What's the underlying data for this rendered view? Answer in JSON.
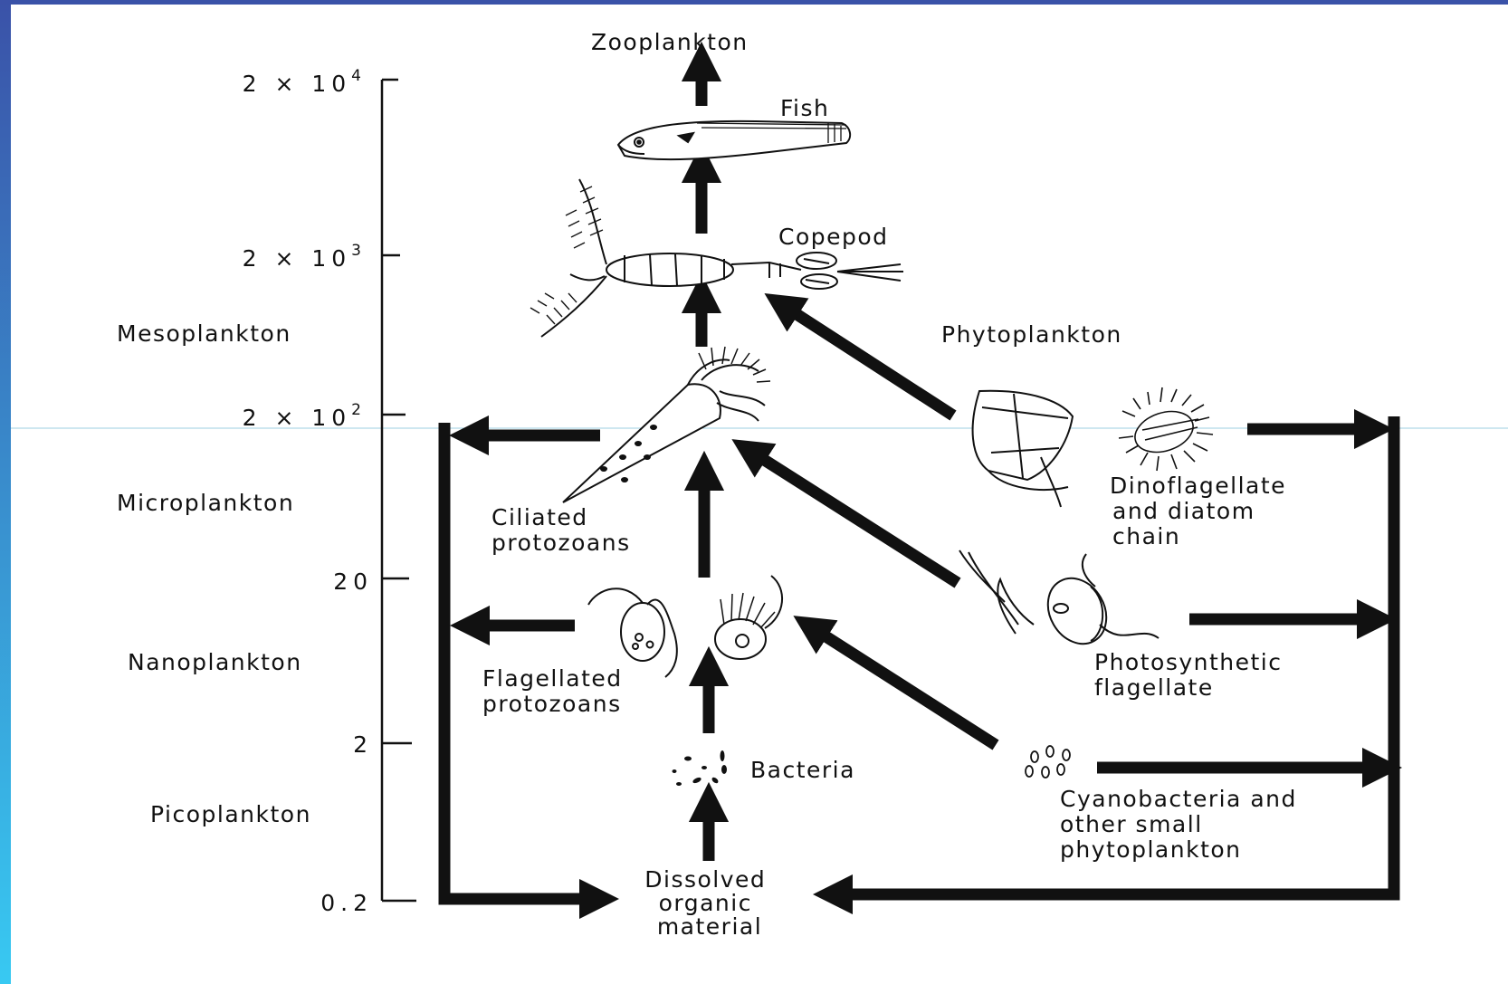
{
  "frame": {
    "top_color": "#3a52a8",
    "left_gradient": [
      "#3a52a8",
      "#38c9f2"
    ],
    "guide_color": "#9ecfe0"
  },
  "scale": {
    "ticks": [
      {
        "base": "2 × 10",
        "exp": "4"
      },
      {
        "base": "2 × 10",
        "exp": "3"
      },
      {
        "base": "2 × 10",
        "exp": "2"
      },
      {
        "base": "20",
        "exp": ""
      },
      {
        "base": "2",
        "exp": ""
      },
      {
        "base": "0.2",
        "exp": ""
      }
    ],
    "size_classes": [
      "Mesoplankton",
      "Microplankton",
      "Nanoplankton",
      "Picoplankton"
    ]
  },
  "organisms": {
    "zooplankton": "Zooplankton",
    "fish": "Fish",
    "copepod": "Copepod",
    "phytoplankton": "Phytoplankton",
    "ciliated": [
      "Ciliated",
      "protozoans"
    ],
    "dinoflagellate": [
      "Dinoflagellate",
      "and diatom",
      "chain"
    ],
    "flagellated": [
      "Flagellated",
      "protozoans"
    ],
    "photosynthetic": [
      "Photosynthetic",
      "flagellate"
    ],
    "bacteria": "Bacteria",
    "cyanobacteria": [
      "Cyanobacteria and",
      "other small",
      "phytoplankton"
    ],
    "dom": [
      "Dissolved",
      "organic",
      "material"
    ]
  }
}
